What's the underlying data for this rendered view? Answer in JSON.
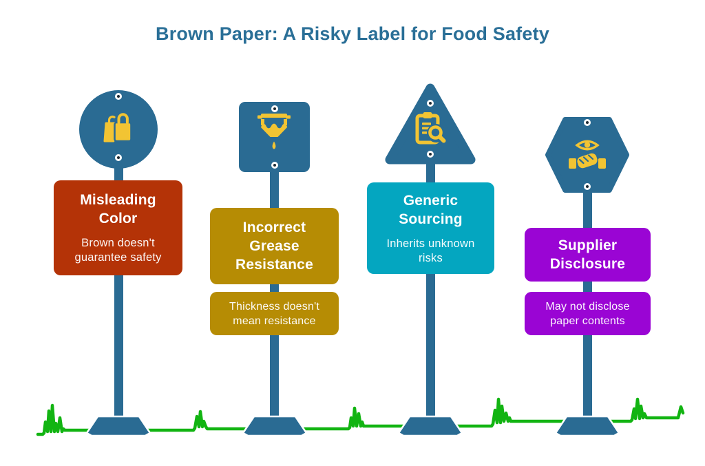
{
  "title": "Brown Paper: A Risky Label for Food Safety",
  "colors": {
    "title_text": "#2a6f97",
    "post_blue": "#2a6b93",
    "icon_yellow": "#f2c433",
    "grass_green": "#12b412",
    "sign_red": "#b43307",
    "sign_gold": "#b68c04",
    "sign_teal": "#04a6c0",
    "sign_purple": "#9a05d4"
  },
  "posts": [
    {
      "shape": "circle",
      "icon": "shopping-bag-icon",
      "sign_color": "#b43307",
      "heading": "Misleading Color",
      "body": "Brown doesn't guarantee safety"
    },
    {
      "shape": "square",
      "icon": "grease-drip-icon",
      "sign_color": "#b68c04",
      "heading": "Incorrect Grease Resistance",
      "sub_sign": "Thickness doesn't mean resistance"
    },
    {
      "shape": "triangle",
      "icon": "clipboard-search-icon",
      "sign_color": "#04a6c0",
      "heading": "Generic Sourcing",
      "body": "Inherits unknown risks"
    },
    {
      "shape": "hexagon",
      "icon": "handshake-eye-icon",
      "sign_color": "#9a05d4",
      "heading": "Supplier Disclosure",
      "sub_sign": "May not disclose paper contents"
    }
  ]
}
